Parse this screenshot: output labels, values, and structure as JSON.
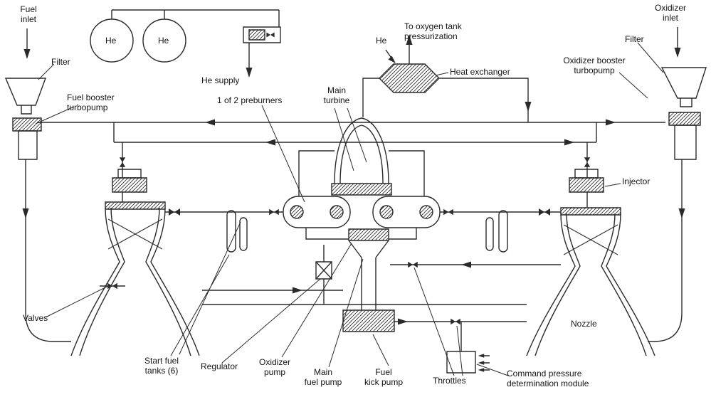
{
  "diagram": {
    "type": "rocket-engine-flow-schematic",
    "background": "#ffffff",
    "line_color": "#2a2a2a",
    "labels": {
      "fuel_inlet": "Fuel\ninlet",
      "filter_left": "Filter",
      "fuel_booster_turbopump": "Fuel booster\nturbopump",
      "he_tank_1": "He",
      "he_tank_2": "He",
      "he_supply": "He supply",
      "he_center": "He",
      "oxygen_tank_pressurization": "To oxygen tank\npressurization",
      "heat_exchanger": "Heat exchanger",
      "main_turbine": "Main\nturbine",
      "preburners": "1 of 2 preburners",
      "filter_right": "Filter",
      "oxidizer_inlet": "Oxidizer\ninlet",
      "oxidizer_booster_turbopump": "Oxidizer booster\nturbopump",
      "injector": "Injector",
      "valves": "Valves",
      "nozzle": "Nozzle",
      "start_fuel_tanks": "Start fuel\ntanks (6)",
      "regulator": "Regulator",
      "oxidizer_pump": "Oxidizer\npump",
      "main_fuel_pump": "Main\nfuel pump",
      "fuel_kick_pump": "Fuel\nkick pump",
      "throttles": "Throttles",
      "command_module": "Command pressure\ndetermination module"
    }
  }
}
